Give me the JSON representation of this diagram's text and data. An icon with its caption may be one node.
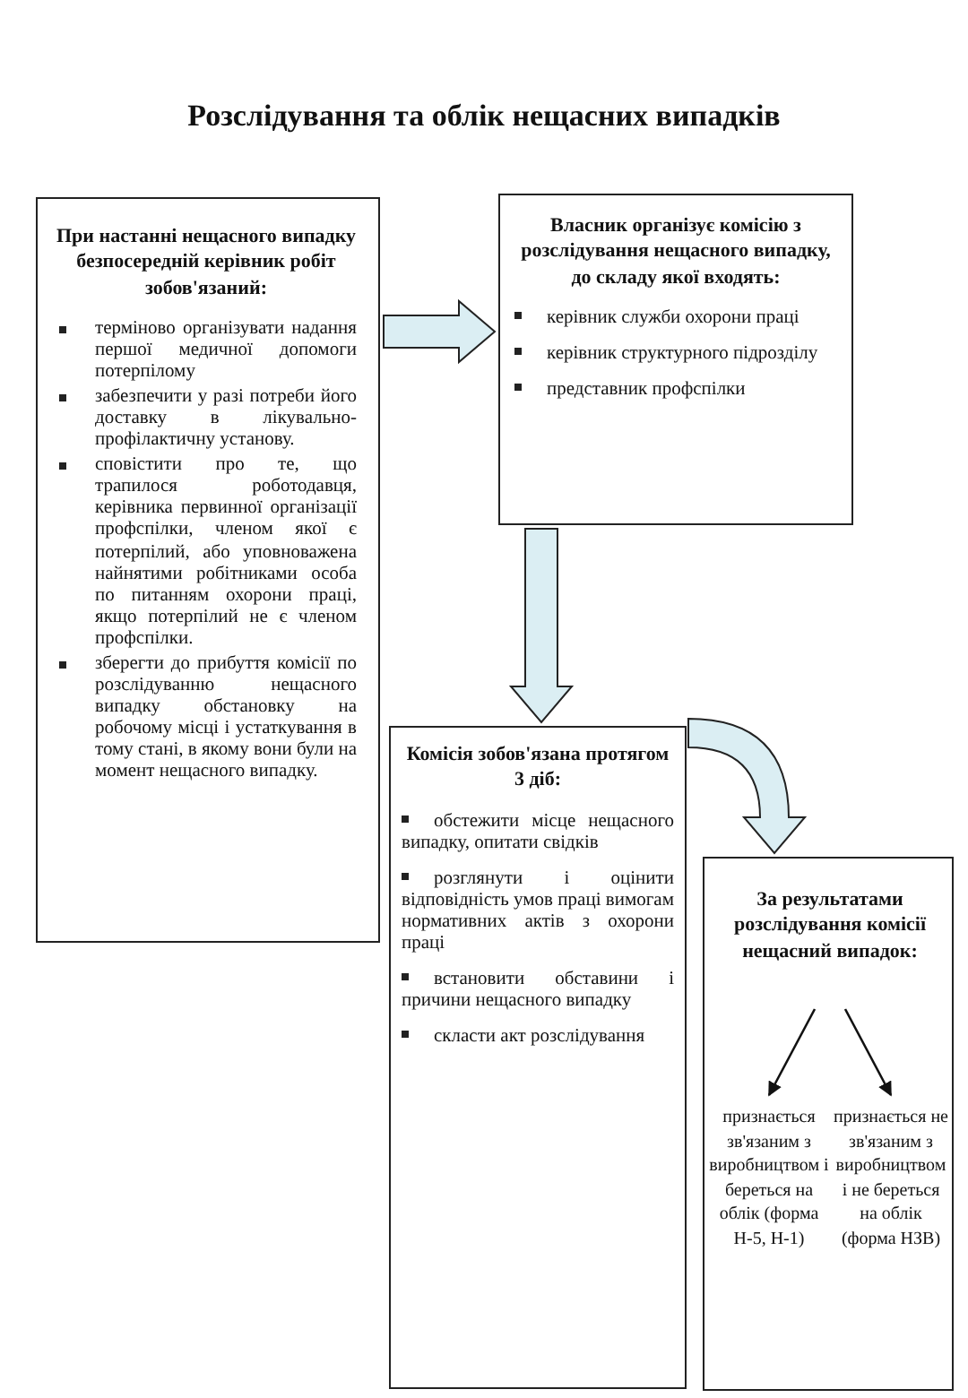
{
  "diagram": {
    "title": "Розслідування та облік нещасних випадків",
    "nodes": [
      {
        "text": [
          "При настанні нещасного випадку безпосередній керівник робіт зобов'язаний:",
          "терміново організувати надання першої медичної допомоги потерпілому",
          "забезпечити у разі потреби його доставку в лікувально-профілактичну установу.",
          "сповістити про те, що трапилося роботодавця, керівника первинної організації профспілки, членом якої є потерпілий, або уповноважена найнятими робітниками особа по питанням охорони праці, якщо потерпілий не є членом профспілки.",
          "зберегти до прибуття комісії по розслідуванню нещасного випадку обстановку на робочому місці і устаткування в тому стані, в якому вони були на момент нещасного випадку."
        ]
      },
      {
        "text": [
          "Власник організує комісію з розслідування нещасного випадку, до складу якої входять:",
          "керівник служби охорони праці",
          "керівник структурного підрозділу",
          "представник профспілки"
        ]
      },
      {
        "text": [
          "Комісія зобов'язана протягом 3 діб:",
          "обстежити місце нещасного випадку, опитати свідків",
          "розглянути і оцінити відповідність умов праці вимогам нормативних актів з охорони праці",
          "встановити обставини і причини нещасного випадку",
          "скласти акт розслідування"
        ]
      },
      {
        "text": [],
        "shape": "box"
      },
      {
        "text": [
          "За результатами розслідування комісії нещасний випадок:"
        ],
        "in": 3
      },
      {
        "text": [
          "признається зв'язаним з виробництвом і береться на облік (форма Н-5, Н-1)"
        ],
        "in": 3
      },
      {
        "text": [
          "признається не зв'язаним з виробництвом і не береться на облік (форма НЗВ)"
        ],
        "in": 3
      }
    ],
    "edges": [
      {
        "from": 0,
        "to": 1,
        "arrow": "to",
        "style": "thick"
      },
      {
        "from": 1,
        "to": 2,
        "arrow": "to",
        "style": "thick"
      },
      {
        "from": 2,
        "to": 3,
        "arrow": "to",
        "style": "thick"
      },
      {
        "from": 4,
        "to": 5,
        "arrow": "to"
      },
      {
        "from": 4,
        "to": 6,
        "arrow": "to"
      }
    ]
  }
}
